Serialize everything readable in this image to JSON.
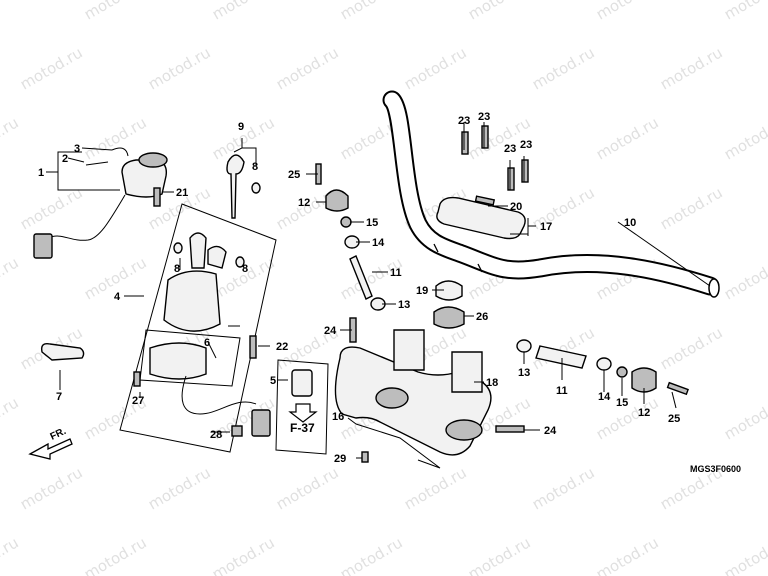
{
  "diagram": {
    "code": "MGS3F0600",
    "section_ref": "F-37",
    "direction_label": "FR.",
    "watermark": "motod.ru",
    "callouts": [
      {
        "id": "c1",
        "text": "1"
      },
      {
        "id": "c2",
        "text": "2"
      },
      {
        "id": "c3",
        "text": "3"
      },
      {
        "id": "c4",
        "text": "4"
      },
      {
        "id": "c5",
        "text": "5"
      },
      {
        "id": "c6",
        "text": "6"
      },
      {
        "id": "c7",
        "text": "7"
      },
      {
        "id": "c8a",
        "text": "8"
      },
      {
        "id": "c8b",
        "text": "8"
      },
      {
        "id": "c8c",
        "text": "8"
      },
      {
        "id": "c9",
        "text": "9"
      },
      {
        "id": "c10",
        "text": "10"
      },
      {
        "id": "c11a",
        "text": "11"
      },
      {
        "id": "c11b",
        "text": "11"
      },
      {
        "id": "c12a",
        "text": "12"
      },
      {
        "id": "c12b",
        "text": "12"
      },
      {
        "id": "c13a",
        "text": "13"
      },
      {
        "id": "c13b",
        "text": "13"
      },
      {
        "id": "c14a",
        "text": "14"
      },
      {
        "id": "c14b",
        "text": "14"
      },
      {
        "id": "c15a",
        "text": "15"
      },
      {
        "id": "c15b",
        "text": "15"
      },
      {
        "id": "c16",
        "text": "16"
      },
      {
        "id": "c17",
        "text": "17"
      },
      {
        "id": "c18",
        "text": "18"
      },
      {
        "id": "c19",
        "text": "19"
      },
      {
        "id": "c20",
        "text": "20"
      },
      {
        "id": "c21",
        "text": "21"
      },
      {
        "id": "c22",
        "text": "22"
      },
      {
        "id": "c23a",
        "text": "23"
      },
      {
        "id": "c23b",
        "text": "23"
      },
      {
        "id": "c23c",
        "text": "23"
      },
      {
        "id": "c23d",
        "text": "23"
      },
      {
        "id": "c24a",
        "text": "24"
      },
      {
        "id": "c24b",
        "text": "24"
      },
      {
        "id": "c25a",
        "text": "25"
      },
      {
        "id": "c25b",
        "text": "25"
      },
      {
        "id": "c26",
        "text": "26"
      },
      {
        "id": "c27",
        "text": "27"
      },
      {
        "id": "c28",
        "text": "28"
      },
      {
        "id": "c29",
        "text": "29"
      }
    ]
  }
}
